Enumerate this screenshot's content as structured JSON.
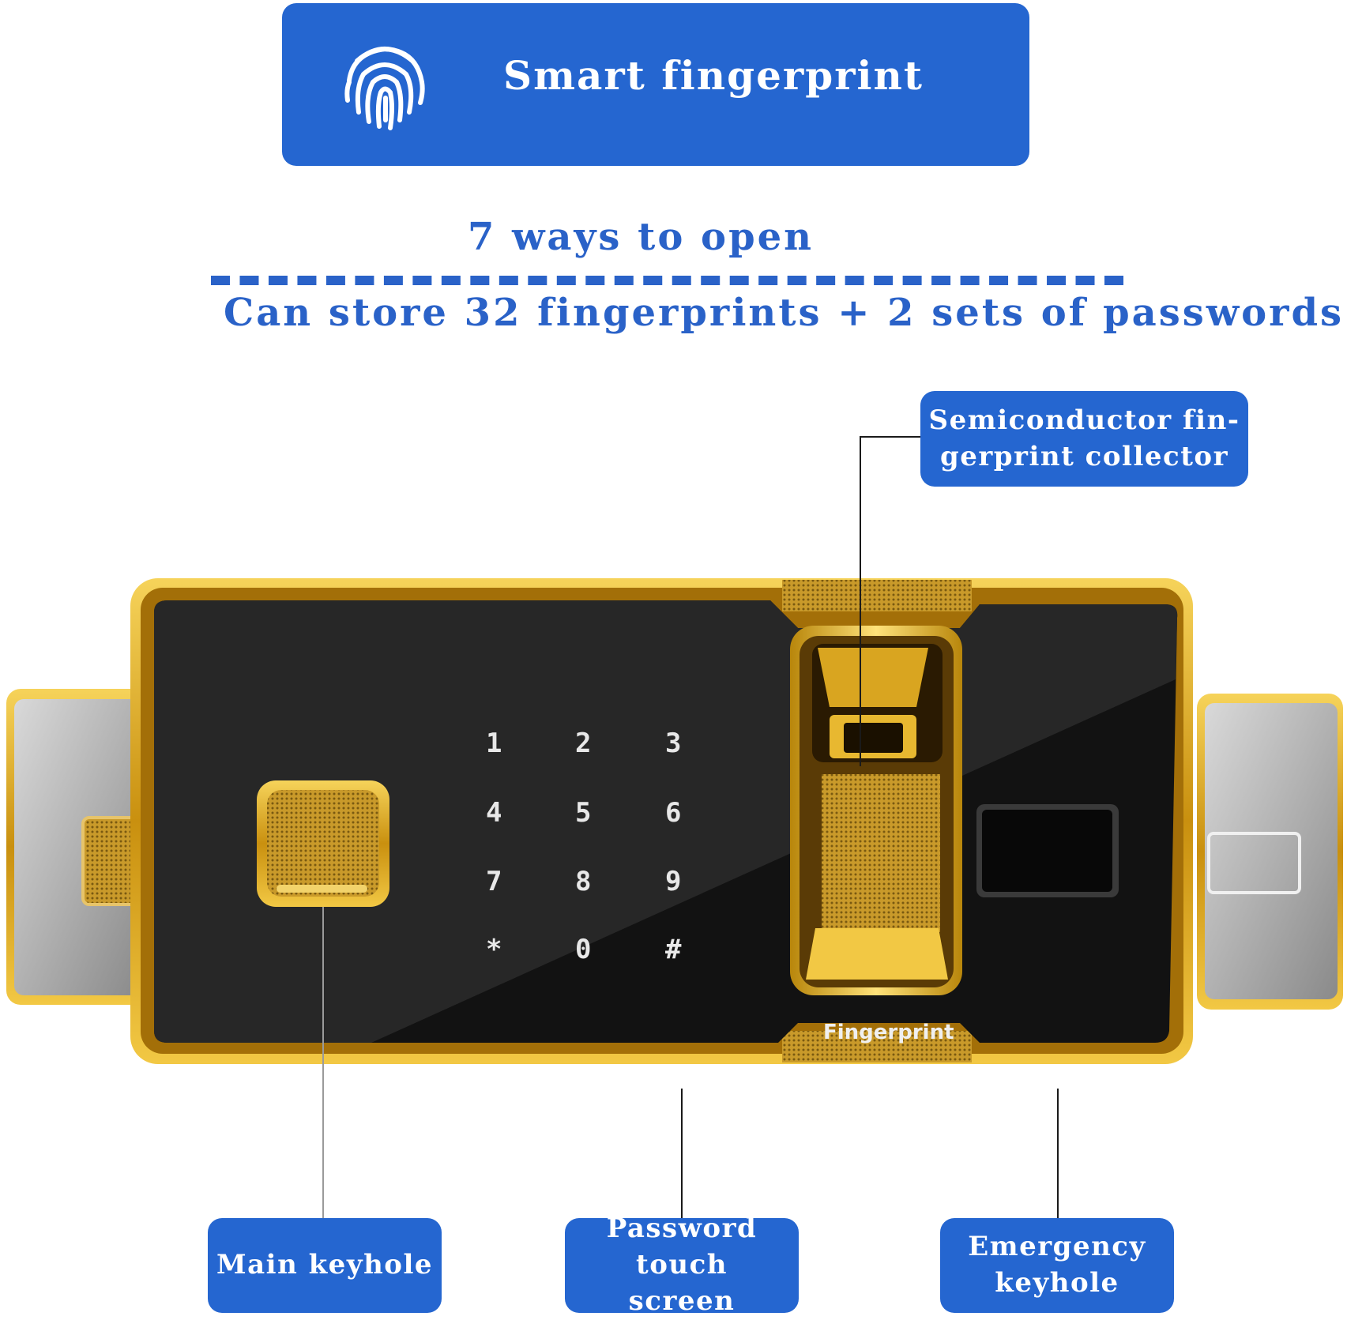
{
  "banner": {
    "title": "Smart fingerprint",
    "icon": "fingerprint-icon"
  },
  "headline": "7 ways to open",
  "subheadline": "Can store 32 fingerprints + 2 sets of passwords",
  "callouts": {
    "semiconductor_line1": "Semiconductor fin-",
    "semiconductor_line2": "gerprint collector",
    "main_keyhole": "Main keyhole",
    "password_line1": "Password touch",
    "password_line2": "screen",
    "emergency_line1": "Emergency",
    "emergency_line2": "keyhole"
  },
  "keypad": [
    "1",
    "2",
    "3",
    "4",
    "5",
    "6",
    "7",
    "8",
    "9",
    "*",
    "0",
    "#"
  ],
  "device_label": "Fingerprint",
  "colors": {
    "brand_blue": "#2566d0",
    "gold": "#d4a017",
    "panel": "#1a1a1a"
  }
}
